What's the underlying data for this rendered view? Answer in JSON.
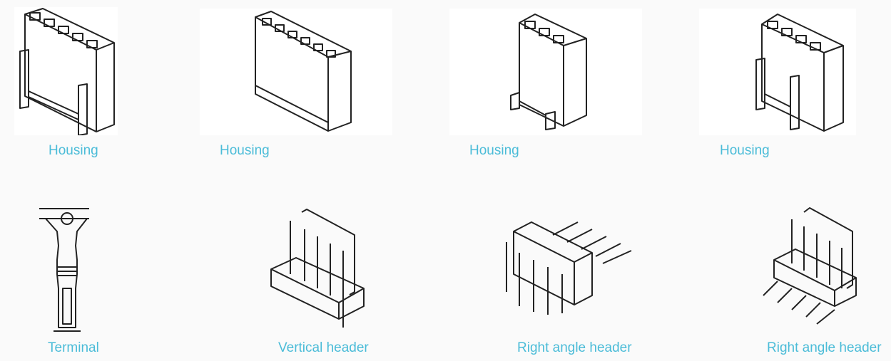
{
  "products": [
    {
      "label": "Housing",
      "icon": "housing-5pin-with-latch"
    },
    {
      "label": "Housing",
      "icon": "housing-6pin"
    },
    {
      "label": "Housing",
      "icon": "housing-3pin-with-latch"
    },
    {
      "label": "Housing",
      "icon": "housing-4pin-with-latch"
    },
    {
      "label": "Terminal",
      "icon": "crimp-terminal"
    },
    {
      "label": "Vertical header",
      "icon": "vertical-header"
    },
    {
      "label": "Right angle header",
      "icon": "right-angle-header-dual"
    },
    {
      "label": "Right angle header",
      "icon": "right-angle-header"
    }
  ],
  "colors": {
    "label": "#4bbcd8",
    "background": "#fafafa"
  }
}
